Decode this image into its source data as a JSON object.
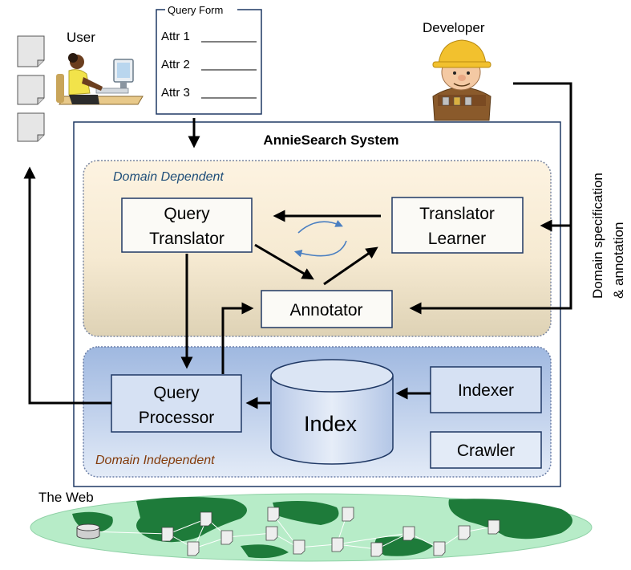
{
  "user": {
    "label": "User"
  },
  "query_form": {
    "title": "Query Form",
    "fields": [
      "Attr 1",
      "Attr 2",
      "Attr 3"
    ]
  },
  "developer": {
    "label": "Developer"
  },
  "system": {
    "title": "AnnieSearch System"
  },
  "domain_dependent": {
    "label": "Domain Dependent",
    "query_translator": [
      "Query",
      "Translator"
    ],
    "translator_learner": [
      "Translator",
      "Learner"
    ],
    "annotator": "Annotator"
  },
  "domain_independent": {
    "label": "Domain Independent",
    "query_processor": [
      "Query",
      "Processor"
    ],
    "index": "Index",
    "indexer": "Indexer",
    "crawler": "Crawler"
  },
  "domain_spec": [
    "Domain specification",
    "& annotation"
  ],
  "web": {
    "label": "The Web"
  },
  "colors": {
    "box_border": "#1f3864",
    "dependent_fill": "#faf0dc",
    "independent_fill": "#b4c7e7",
    "web_fill": "#b7ecc8",
    "land": "#1e7b3a"
  }
}
